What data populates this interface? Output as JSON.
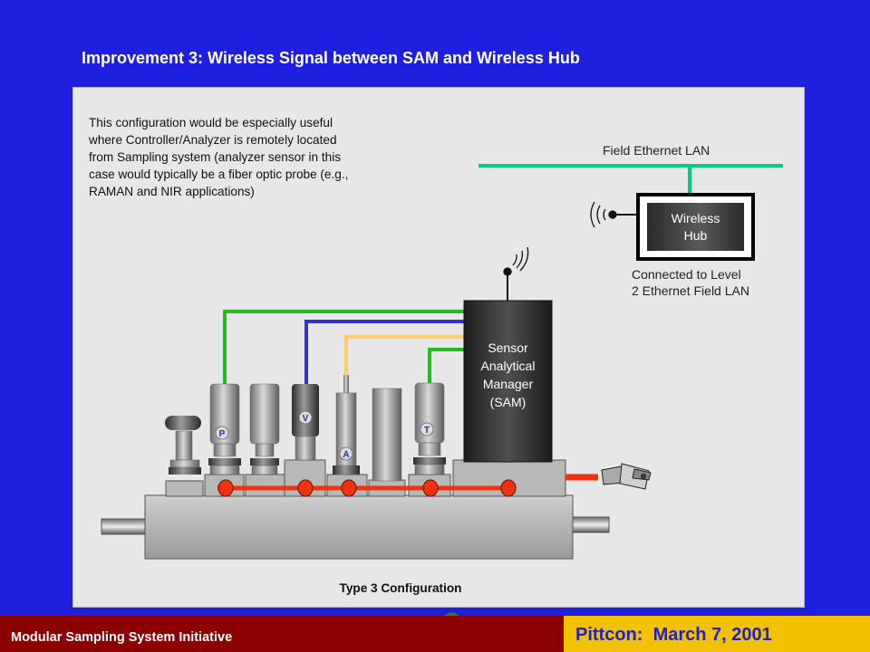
{
  "slide": {
    "title": "Improvement 3:  Wireless Signal between SAM and Wireless Hub"
  },
  "note": {
    "line1": "This configuration would be especially useful",
    "line2": "where Controller/Analyzer is remotely located",
    "line3": "from Sampling system (analyzer sensor in this",
    "line4": "case would typically be a fiber optic probe (e.g.,",
    "line5": "RAMAN and NIR applications)"
  },
  "network": {
    "lan_label": "Field Ethernet LAN",
    "hub_line1": "Wireless",
    "hub_line2": "Hub",
    "hub_caption_line1": "Connected to Level",
    "hub_caption_line2": "2 Ethernet Field LAN"
  },
  "sam": {
    "line1": "Sensor",
    "line2": "Analytical",
    "line3": "Manager",
    "line4": "(SAM)"
  },
  "components": {
    "p": "P",
    "v": "V",
    "a": "A",
    "t": "T"
  },
  "diagram": {
    "caption": "Type 3 Configuration"
  },
  "footer": {
    "left": "Modular Sampling System Initiative",
    "right_prefix": "Pittcon:",
    "right_date": "March 7, 2001"
  },
  "colors": {
    "background": "#1f1fe0",
    "panel": "#e7e7e7",
    "lan_line": "#00cc88",
    "wire_green": "#22bb22",
    "wire_blue": "#3333cc",
    "wire_tan": "#ffcc66",
    "bus_red": "#ee3311",
    "footer_left": "#8b0000",
    "footer_right": "#f2c200"
  }
}
